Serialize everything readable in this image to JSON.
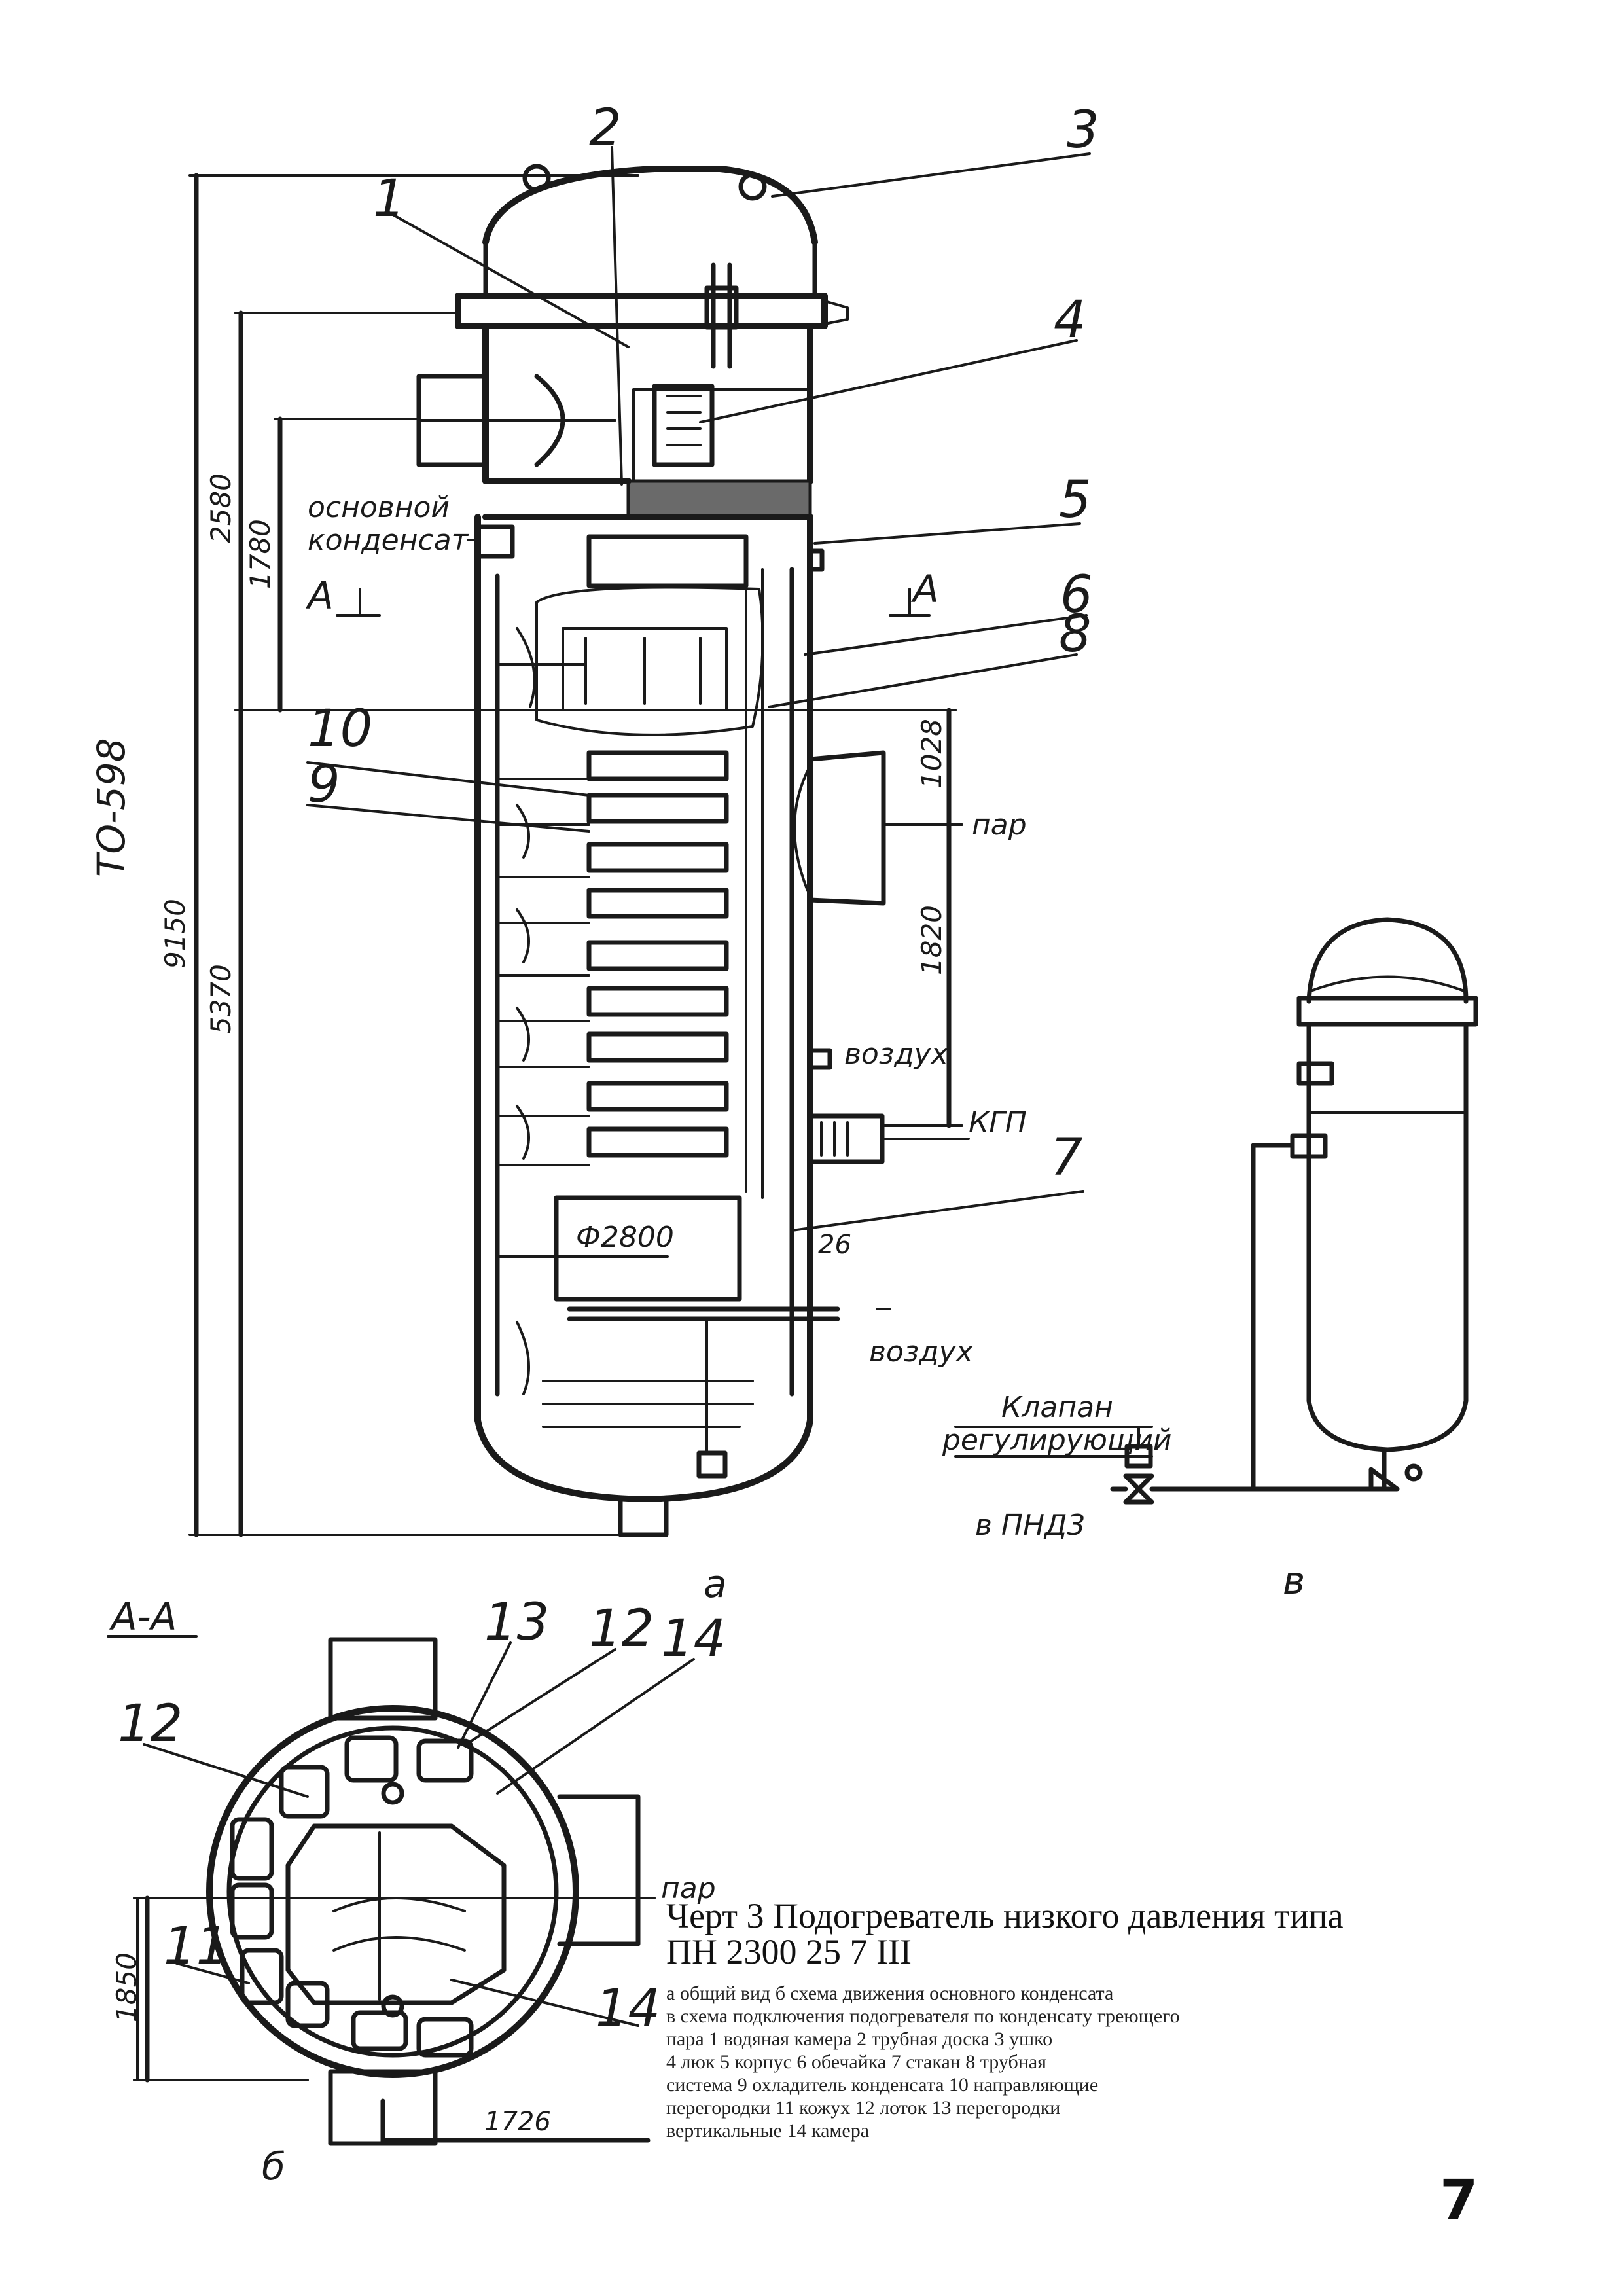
{
  "callouts": {
    "n1": "1",
    "n2": "2",
    "n3": "3",
    "n4": "4",
    "n5": "5",
    "n6": "6",
    "n8": "8",
    "n10": "10",
    "n9": "9",
    "n7": "7",
    "n13": "13",
    "n12a": "12",
    "n14a": "14",
    "n12b": "12",
    "n11": "11",
    "n14b": "14"
  },
  "labels": {
    "main_condensate_1": "основной",
    "main_condensate_2": "конденсат",
    "section_a_left": "А",
    "section_a_right": "А",
    "steam_main": "пар",
    "air_in": "воздух",
    "kgp": "КГП",
    "diameter": "Ф2800",
    "air_out": "воздух",
    "valve_1": "Клапан",
    "valve_2": "регулирующий",
    "to_lp3": "в ПНД3",
    "view_a": "а",
    "view_v": "в",
    "section_aa": "А-А",
    "steam_section": "пар",
    "view_b": "б",
    "drawing_id": "ТО-598"
  },
  "dimensions": {
    "d9150": "9150",
    "d5370": "5370",
    "d2580": "2580",
    "d1780": "1780",
    "d1028": "1028",
    "d1820": "1820",
    "d26": "26",
    "d1850": "1850",
    "d1726": "1726"
  },
  "caption": {
    "title_1": "Черт 3  Подогреватель  низкого  давления  типа",
    "title_2": "ПН 2300 25 7 III",
    "body": [
      "а    общий вид  б    схема движения основного конденсата",
      "в    схема подключения подогревателя по конденсату греющего",
      "пара  1    водяная камера  2    трубная доска  3    ушко",
      "4    люк  5    корпус  6    обечайка  7    стакан  8    трубная",
      "система  9    охладитель  конденсата   10    направляющие",
      "перегородки   11    кожух   12    лоток   13    перегородки",
      "вертикальные   14    камера"
    ]
  },
  "page_number": "7"
}
